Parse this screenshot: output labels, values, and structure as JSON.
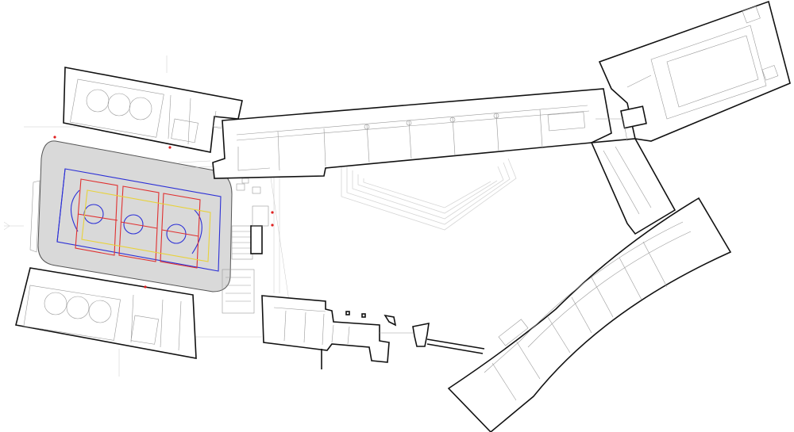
{
  "drawing": {
    "kind": "architectural floor plan",
    "colors": {
      "wall": "#111111",
      "interior_line": "#9a9a9a",
      "faint_line": "#d6d6d6",
      "court_floor": "#d9d9d9",
      "court_line_red": "#e03030",
      "court_line_blue": "#2b2fd6",
      "court_line_yellow": "#e8d23a",
      "marker": "#e02020"
    },
    "regions": [
      "north-gym-block",
      "south-gym-block",
      "main-sports-hall",
      "entrance-block",
      "north-classroom-wing",
      "northeast-hall-block",
      "east-connector-wing",
      "southeast-curved-wing",
      "courtyard-amphitheatre"
    ]
  }
}
